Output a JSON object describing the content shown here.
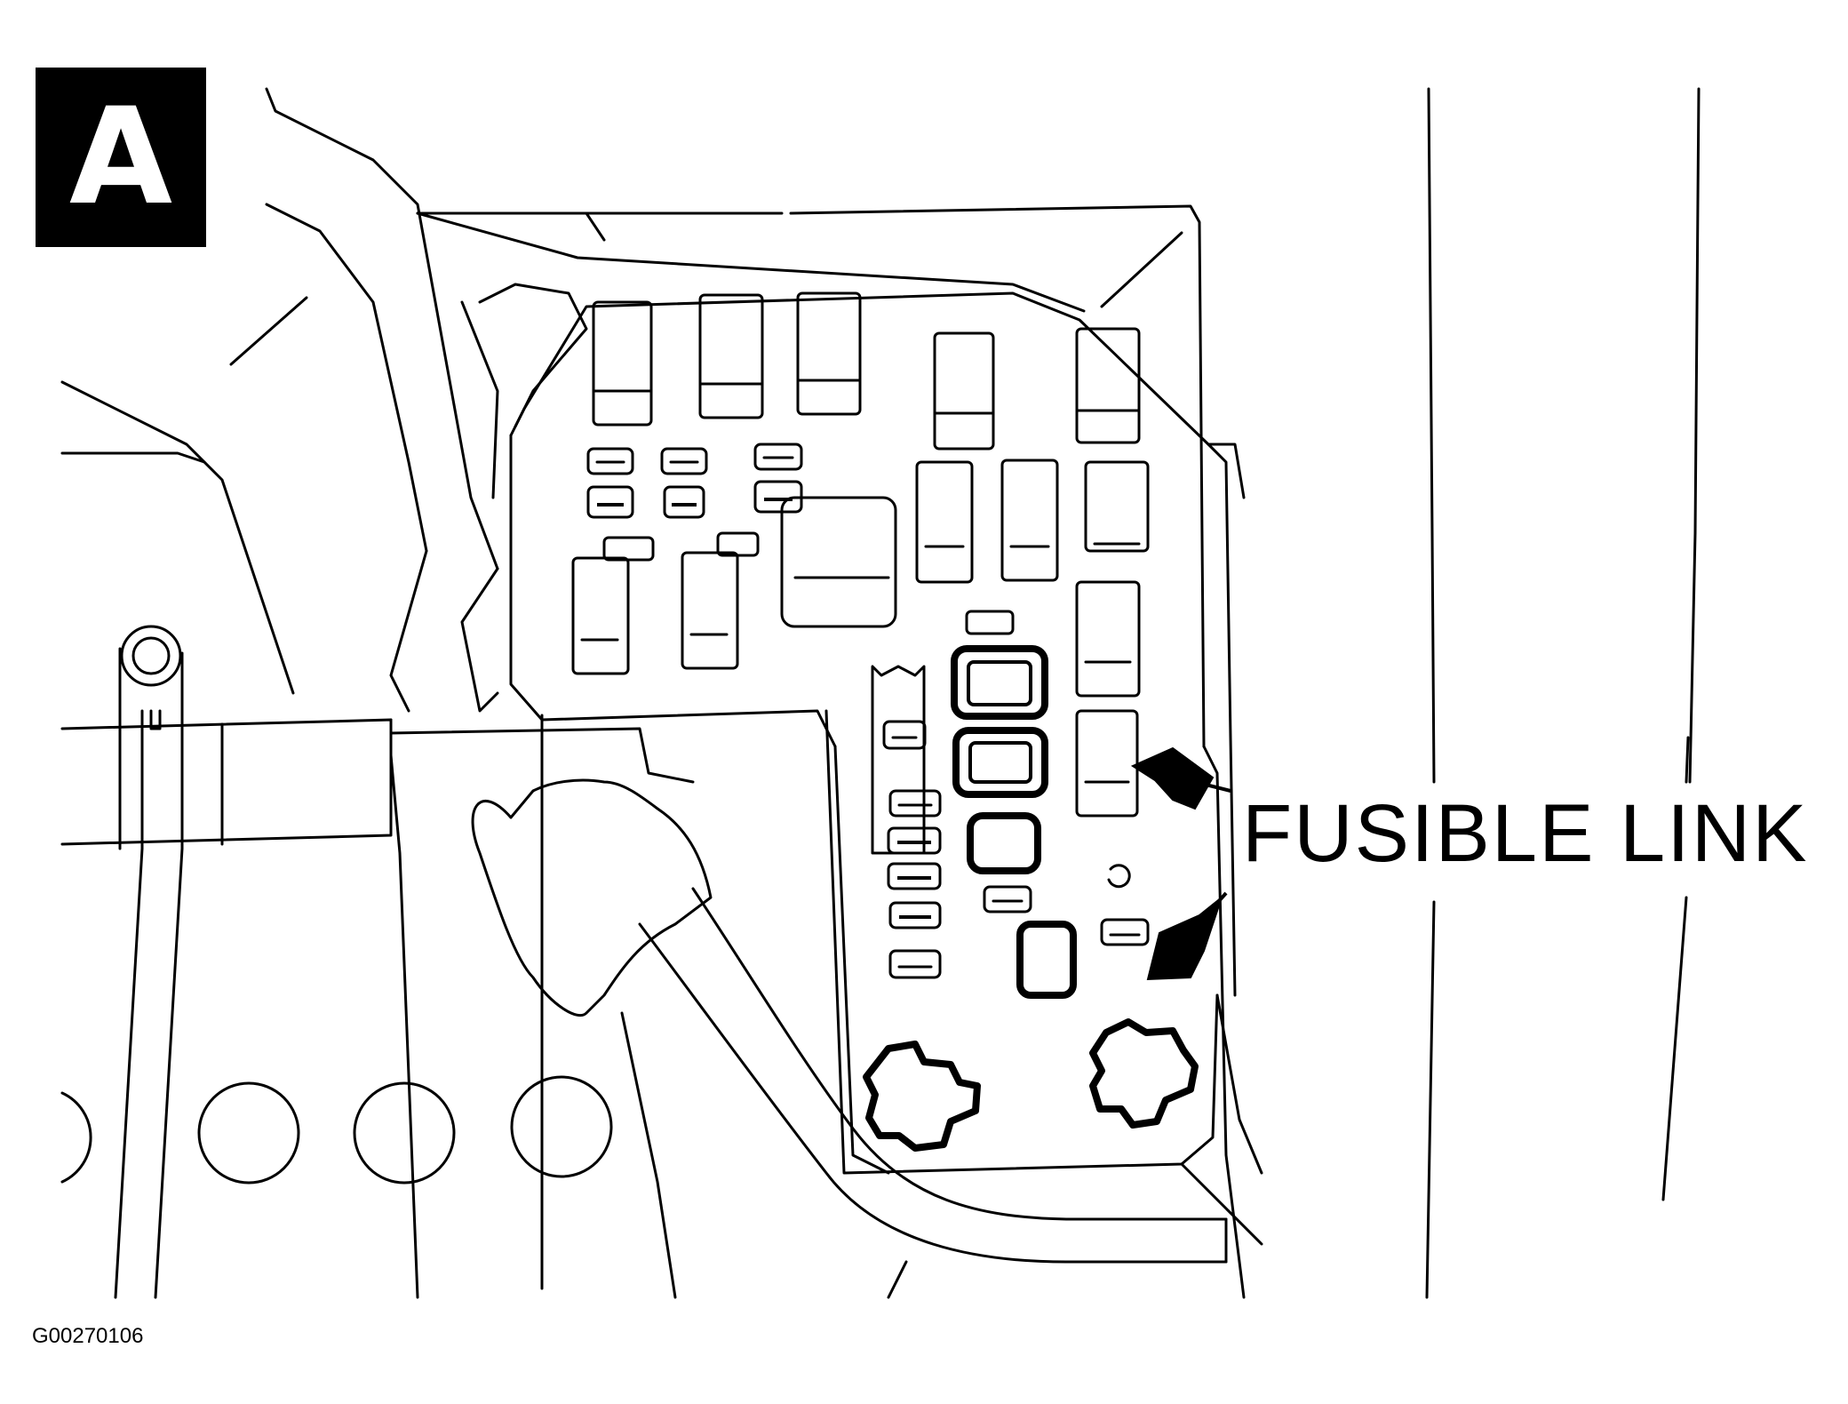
{
  "figure": {
    "panel_letter": "A",
    "callout_label": "FUSIBLE LINK",
    "figure_id": "G00270106"
  },
  "colors": {
    "ink": "#000000",
    "paper": "#ffffff"
  }
}
